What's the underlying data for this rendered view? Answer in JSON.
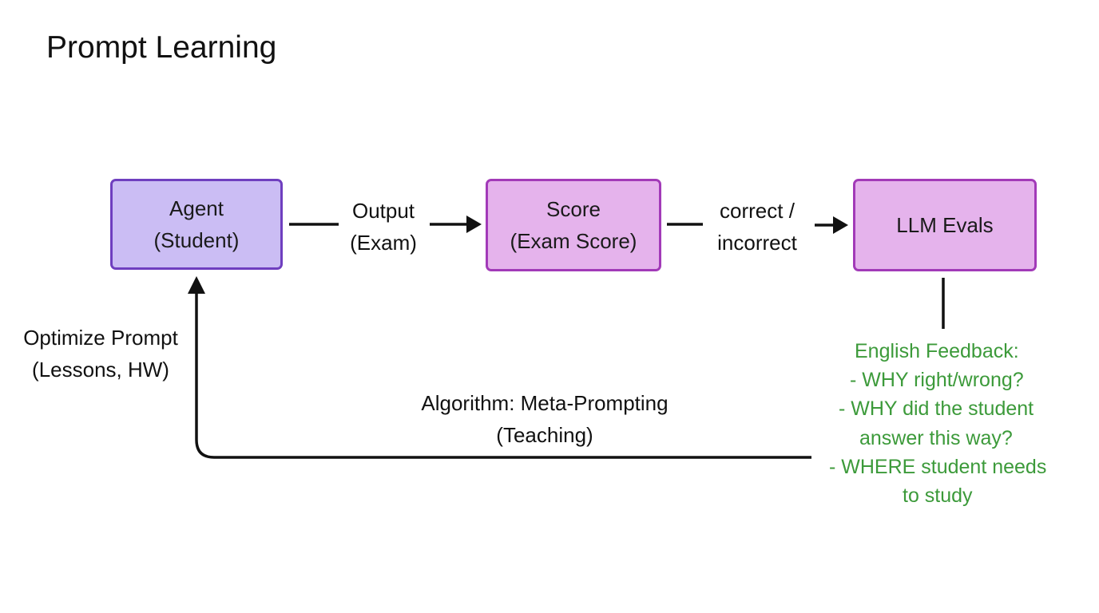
{
  "title": "Prompt Learning",
  "nodes": {
    "agent": {
      "line1": "Agent",
      "line2": "(Student)"
    },
    "score": {
      "line1": "Score",
      "line2": "(Exam Score)"
    },
    "llm_evals": {
      "label": "LLM Evals"
    }
  },
  "edges": {
    "agent_to_score": {
      "line1": "Output",
      "line2": "(Exam)"
    },
    "score_to_evals": {
      "line1": "correct /",
      "line2": "incorrect"
    },
    "feedback_loop": {
      "line1": "Algorithm: Meta-Prompting",
      "line2": "(Teaching)"
    },
    "optimize": {
      "line1": "Optimize Prompt",
      "line2": "(Lessons, HW)"
    }
  },
  "feedback": {
    "heading": "English Feedback:",
    "lines": [
      "-  WHY right/wrong?",
      "-  WHY did the student",
      "answer this way?",
      "-  WHERE student needs",
      "to study"
    ]
  },
  "colors": {
    "agent_fill": "#cbbdf4",
    "agent_border": "#6f3fbf",
    "score_fill": "#e5b3ec",
    "score_border": "#a23ab8",
    "feedback_text": "#3c9a3a",
    "arrow": "#111111"
  }
}
